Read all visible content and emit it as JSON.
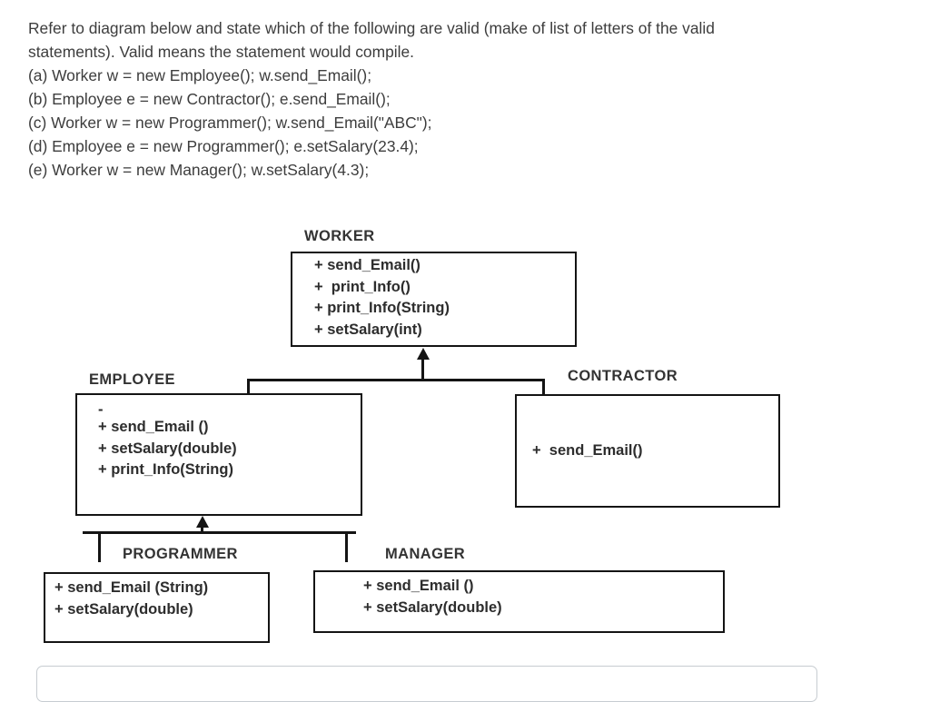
{
  "question": {
    "intro": "Refer to diagram below and state which of the following are valid (make of list of letters of the valid statements). Valid means the statement would compile.",
    "statements": [
      "(a) Worker w = new Employee(); w.send_Email();",
      "(b) Employee e = new Contractor(); e.send_Email();",
      "(c) Worker w = new Programmer(); w.send_Email(\"ABC\");",
      "(d) Employee e = new Programmer(); e.setSalary(23.4);",
      "(e) Worker w = new Manager(); w.setSalary(4.3);"
    ]
  },
  "diagram": {
    "type": "uml-class-diagram",
    "classes": {
      "worker": {
        "name": "WORKER",
        "members": [
          "+ send_Email()",
          "+  print_Info()",
          "+ print_Info(String)",
          "+ setSalary(int)"
        ]
      },
      "employee": {
        "name": "EMPLOYEE",
        "members": [
          "-",
          "+ send_Email ()",
          "+ setSalary(double)",
          "+ print_Info(String)"
        ]
      },
      "contractor": {
        "name": "CONTRACTOR",
        "members": [
          "+  send_Email()"
        ]
      },
      "programmer": {
        "name": "PROGRAMMER",
        "members": [
          "+ send_Email (String)",
          "+ setSalary(double)"
        ]
      },
      "manager": {
        "name": "MANAGER",
        "members": [
          "+ send_Email ()",
          "+ setSalary(double)"
        ]
      }
    },
    "inheritance": [
      {
        "child": "employee",
        "parent": "worker"
      },
      {
        "child": "contractor",
        "parent": "worker"
      },
      {
        "child": "programmer",
        "parent": "employee"
      },
      {
        "child": "manager",
        "parent": "employee"
      }
    ],
    "line_color": "#141414"
  },
  "answer": {
    "placeholder": ""
  }
}
